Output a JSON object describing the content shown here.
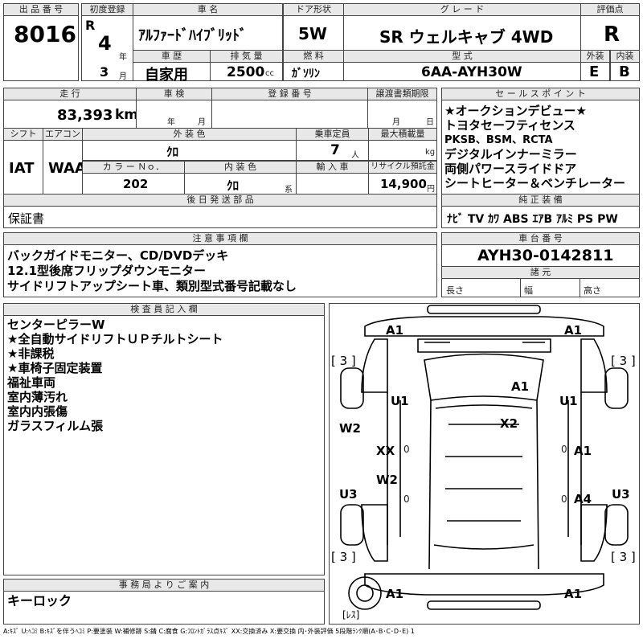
{
  "header": {
    "lot_label": "出 品 番 号",
    "lot_number": "8016",
    "first_reg_label": "初度登録",
    "era": "R",
    "year": "4",
    "year_unit": "年",
    "month": "3",
    "month_unit": "月",
    "car_name_label": "車 名",
    "car_name": "ｱﾙﾌｧｰﾄﾞﾊｲﾌﾞﾘｯﾄﾞ",
    "door_label": "ドア形状",
    "door": "5W",
    "grade_label": "グ レ ー ド",
    "grade": "SR ウェルキャブ 4WD",
    "score_label": "評価点",
    "score": "R",
    "history_label": "車 歴",
    "history": "自家用",
    "displacement_label": "排 気 量",
    "displacement": "2500",
    "displacement_unit": "cc",
    "fuel_label": "燃 料",
    "fuel": "ｶﾞｿﾘﾝ",
    "model_label": "型 式",
    "model": "6AA-AYH30W",
    "exterior_label": "外装",
    "exterior": "E",
    "interior_label": "内装",
    "interior": "B"
  },
  "mid": {
    "mileage_label": "走 行",
    "mileage": "83,393",
    "mileage_unit": "km",
    "inspection_label": "車 検",
    "inspection_year_unit": "年",
    "inspection_month_unit": "月",
    "reg_no_label": "登 録 番 号",
    "transfer_label": "譲渡書類期限",
    "transfer_month_unit": "月",
    "transfer_day_unit": "日",
    "shift_label": "シフト",
    "shift": "IAT",
    "ac_label": "エアコン",
    "ac": "WAA",
    "ext_color_label": "外 装 色",
    "ext_color": "ｸﾛ",
    "capacity_label": "乗車定員",
    "capacity": "7",
    "capacity_unit": "人",
    "max_load_label": "最大積載量",
    "max_load_unit": "kg",
    "color_no_label": "カ ラ ー Ｎｏ．",
    "color_no": "202",
    "int_color_label": "内 装 色",
    "int_color": "ｸﾛ",
    "int_color_unit": "系",
    "import_label": "輸 入 車",
    "recycle_label": "リサイクル預託金",
    "recycle": "14,900",
    "recycle_unit": "円",
    "later_label": "後 日 発 送 部 品",
    "later": "保証書"
  },
  "sales": {
    "label": "セ ー ル ス ポ イ ン ト",
    "lines": [
      "★オークションデビュー★",
      "トヨタセーフティセンス",
      "PKSB、BSM、RCTA",
      "デジタルインナーミラー",
      "両側パワースライドドア",
      "シートヒーター＆ベンチレーター"
    ],
    "equip_label": "純 正 装 備",
    "equip": "ﾅﾋﾞ TV ｶﾜ ABS ｴｱB ｱﾙﾐ PS PW"
  },
  "notes": {
    "label": "注 意 事 項 欄",
    "lines": [
      "バックガイドモニター、CD/DVDデッキ",
      "12.1型後席フリップダウンモニター",
      "サイドリフトアップシート車、類別型式番号記載なし"
    ]
  },
  "chassis": {
    "label": "車 台 番 号",
    "number": "AYH30-0142811",
    "spec_label": "諸 元",
    "length_label": "長さ",
    "width_label": "幅",
    "height_label": "高さ"
  },
  "inspector": {
    "label": "検 査 員 記 入 欄",
    "lines": [
      "センターピラーW",
      "★全自動サイドリフトＵＰチルトシート",
      "★非課税",
      "★車椅子固定装置",
      "福祉車両",
      "室内薄汚れ",
      "室内内張傷",
      "ガラスフィルム張"
    ]
  },
  "office": {
    "label": "事 務 局 よ り ご 案 内",
    "text": "キーロック"
  },
  "diagram": {
    "marks": {
      "a1_fl": "A1",
      "a1_fr": "A1",
      "u1_l": "U1",
      "u1_r": "U1",
      "a1_hood": "A1",
      "x2": "X2",
      "w2_l": "W2",
      "xx": "XX",
      "a1_rdoor": "A1",
      "w2_mid": "W2",
      "a4": "A4",
      "u3_l": "U3",
      "u3_r": "U3",
      "a1_rl": "A1",
      "a1_rr": "A1",
      "t_fl": "[ 3 ]",
      "t_fr": "[ 3 ]",
      "t_rl": "[ 3 ]",
      "t_rr": "[ 3 ]",
      "t_spare": "[ﾚｽ]",
      "z1": "0",
      "z2": "0",
      "z3": "0",
      "z4": "0"
    }
  },
  "footer": {
    "legend": "A:ｷｽﾞ U:ﾍｺﾐ B:ｷｽﾞを伴うﾍｺﾐ P:要塗装 W:補修跡 S:錆 C:腐食 G:ﾌﾛﾝﾄｶﾞﾗｽ点ｷｽﾞ XX:交換済み X:要交換 内･外装評価 5段階ﾗﾝｸ順(A･B･C･D･E) 1"
  }
}
